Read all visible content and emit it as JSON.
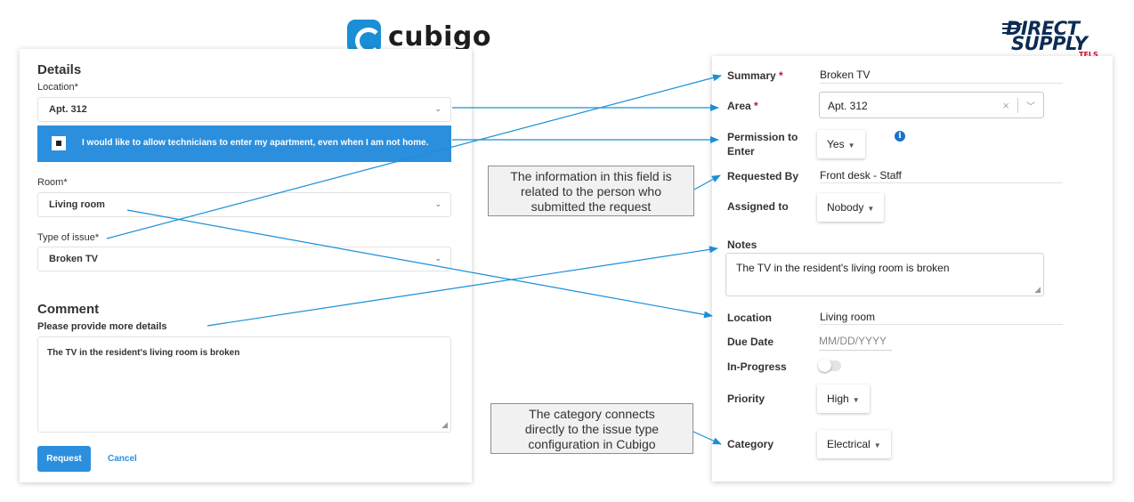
{
  "logos": {
    "cubigo": {
      "text": "cubigo",
      "color": "#1a8fd6"
    },
    "direct_supply": {
      "line1": "DIRECT",
      "line2": "SUPPLY",
      "line3": "TELS",
      "color": "#0d2b55",
      "accent": "#c8102e"
    }
  },
  "cubigo_form": {
    "details_title": "Details",
    "location_label": "Location*",
    "location_value": "Apt. 312",
    "permission_text": "I would like to allow technicians to enter my apartment, even when I am not home.",
    "room_label": "Room*",
    "room_value": "Living room",
    "issue_label": "Type of issue*",
    "issue_value": "Broken TV",
    "comment_title": "Comment",
    "comment_prompt": "Please provide more details",
    "comment_value": "The TV in the resident's living room is broken",
    "request_button": "Request",
    "cancel_link": "Cancel",
    "accent_color": "#2b8fdd"
  },
  "direct_supply_form": {
    "summary_label": "Summary",
    "summary_value": "Broken TV",
    "area_label": "Area",
    "area_value": "Apt. 312",
    "required_mark": "*",
    "permission_label_line1": "Permission to",
    "permission_label_line2": "Enter",
    "permission_value": "Yes",
    "requested_by_label": "Requested By",
    "requested_by_value": "Front desk - Staff",
    "assigned_label": "Assigned to",
    "assigned_value": "Nobody",
    "notes_label": "Notes",
    "notes_value": "The TV in the resident's living room is broken",
    "location_label": "Location",
    "location_value": "Living room",
    "due_label": "Due Date",
    "due_placeholder": "MM/DD/YYYY",
    "progress_label": "In-Progress",
    "progress_on": false,
    "priority_label": "Priority",
    "priority_value": "High",
    "category_label": "Category",
    "category_value": "Electrical"
  },
  "callouts": {
    "requested_by_note": {
      "line1": "The information in this field is",
      "line2": "related to the person who",
      "line3": "submitted the request"
    },
    "category_note": {
      "line1": "The category connects",
      "line2": "directly to the issue type",
      "line3": "configuration in Cubigo"
    }
  },
  "arrow_color": "#1a8fd6"
}
